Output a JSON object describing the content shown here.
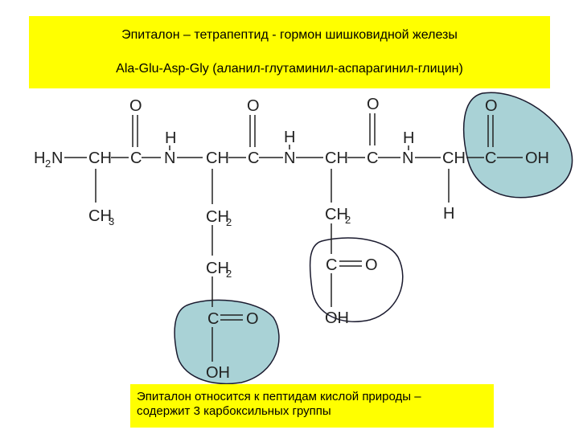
{
  "header": {
    "line1": "Эпиталон – тетрапептид  -  гормон шишковидной железы",
    "line2": "Ala-Glu-Asp-Gly (аланил-глутаминил-аспарагинил-глицин)"
  },
  "footer": {
    "line1": "Эпиталон относится к пептидам кислой природы –",
    "line2": "содержит 3 карбоксильных группы"
  },
  "structure": {
    "atoms": {
      "h2n_h": "H",
      "h2n_2": "2",
      "h2n_n": "N",
      "ch": "CH",
      "c": "C",
      "o": "O",
      "n": "N",
      "h": "H",
      "oh": "OH",
      "ch3_c": "CH",
      "ch3_3": "3",
      "ch2_c": "CH",
      "ch2_2": "2"
    }
  },
  "colors": {
    "highlight_yellow": "#ffff00",
    "carboxyl_fill": "#a9d2d6",
    "outline": "#1a1a2e"
  }
}
